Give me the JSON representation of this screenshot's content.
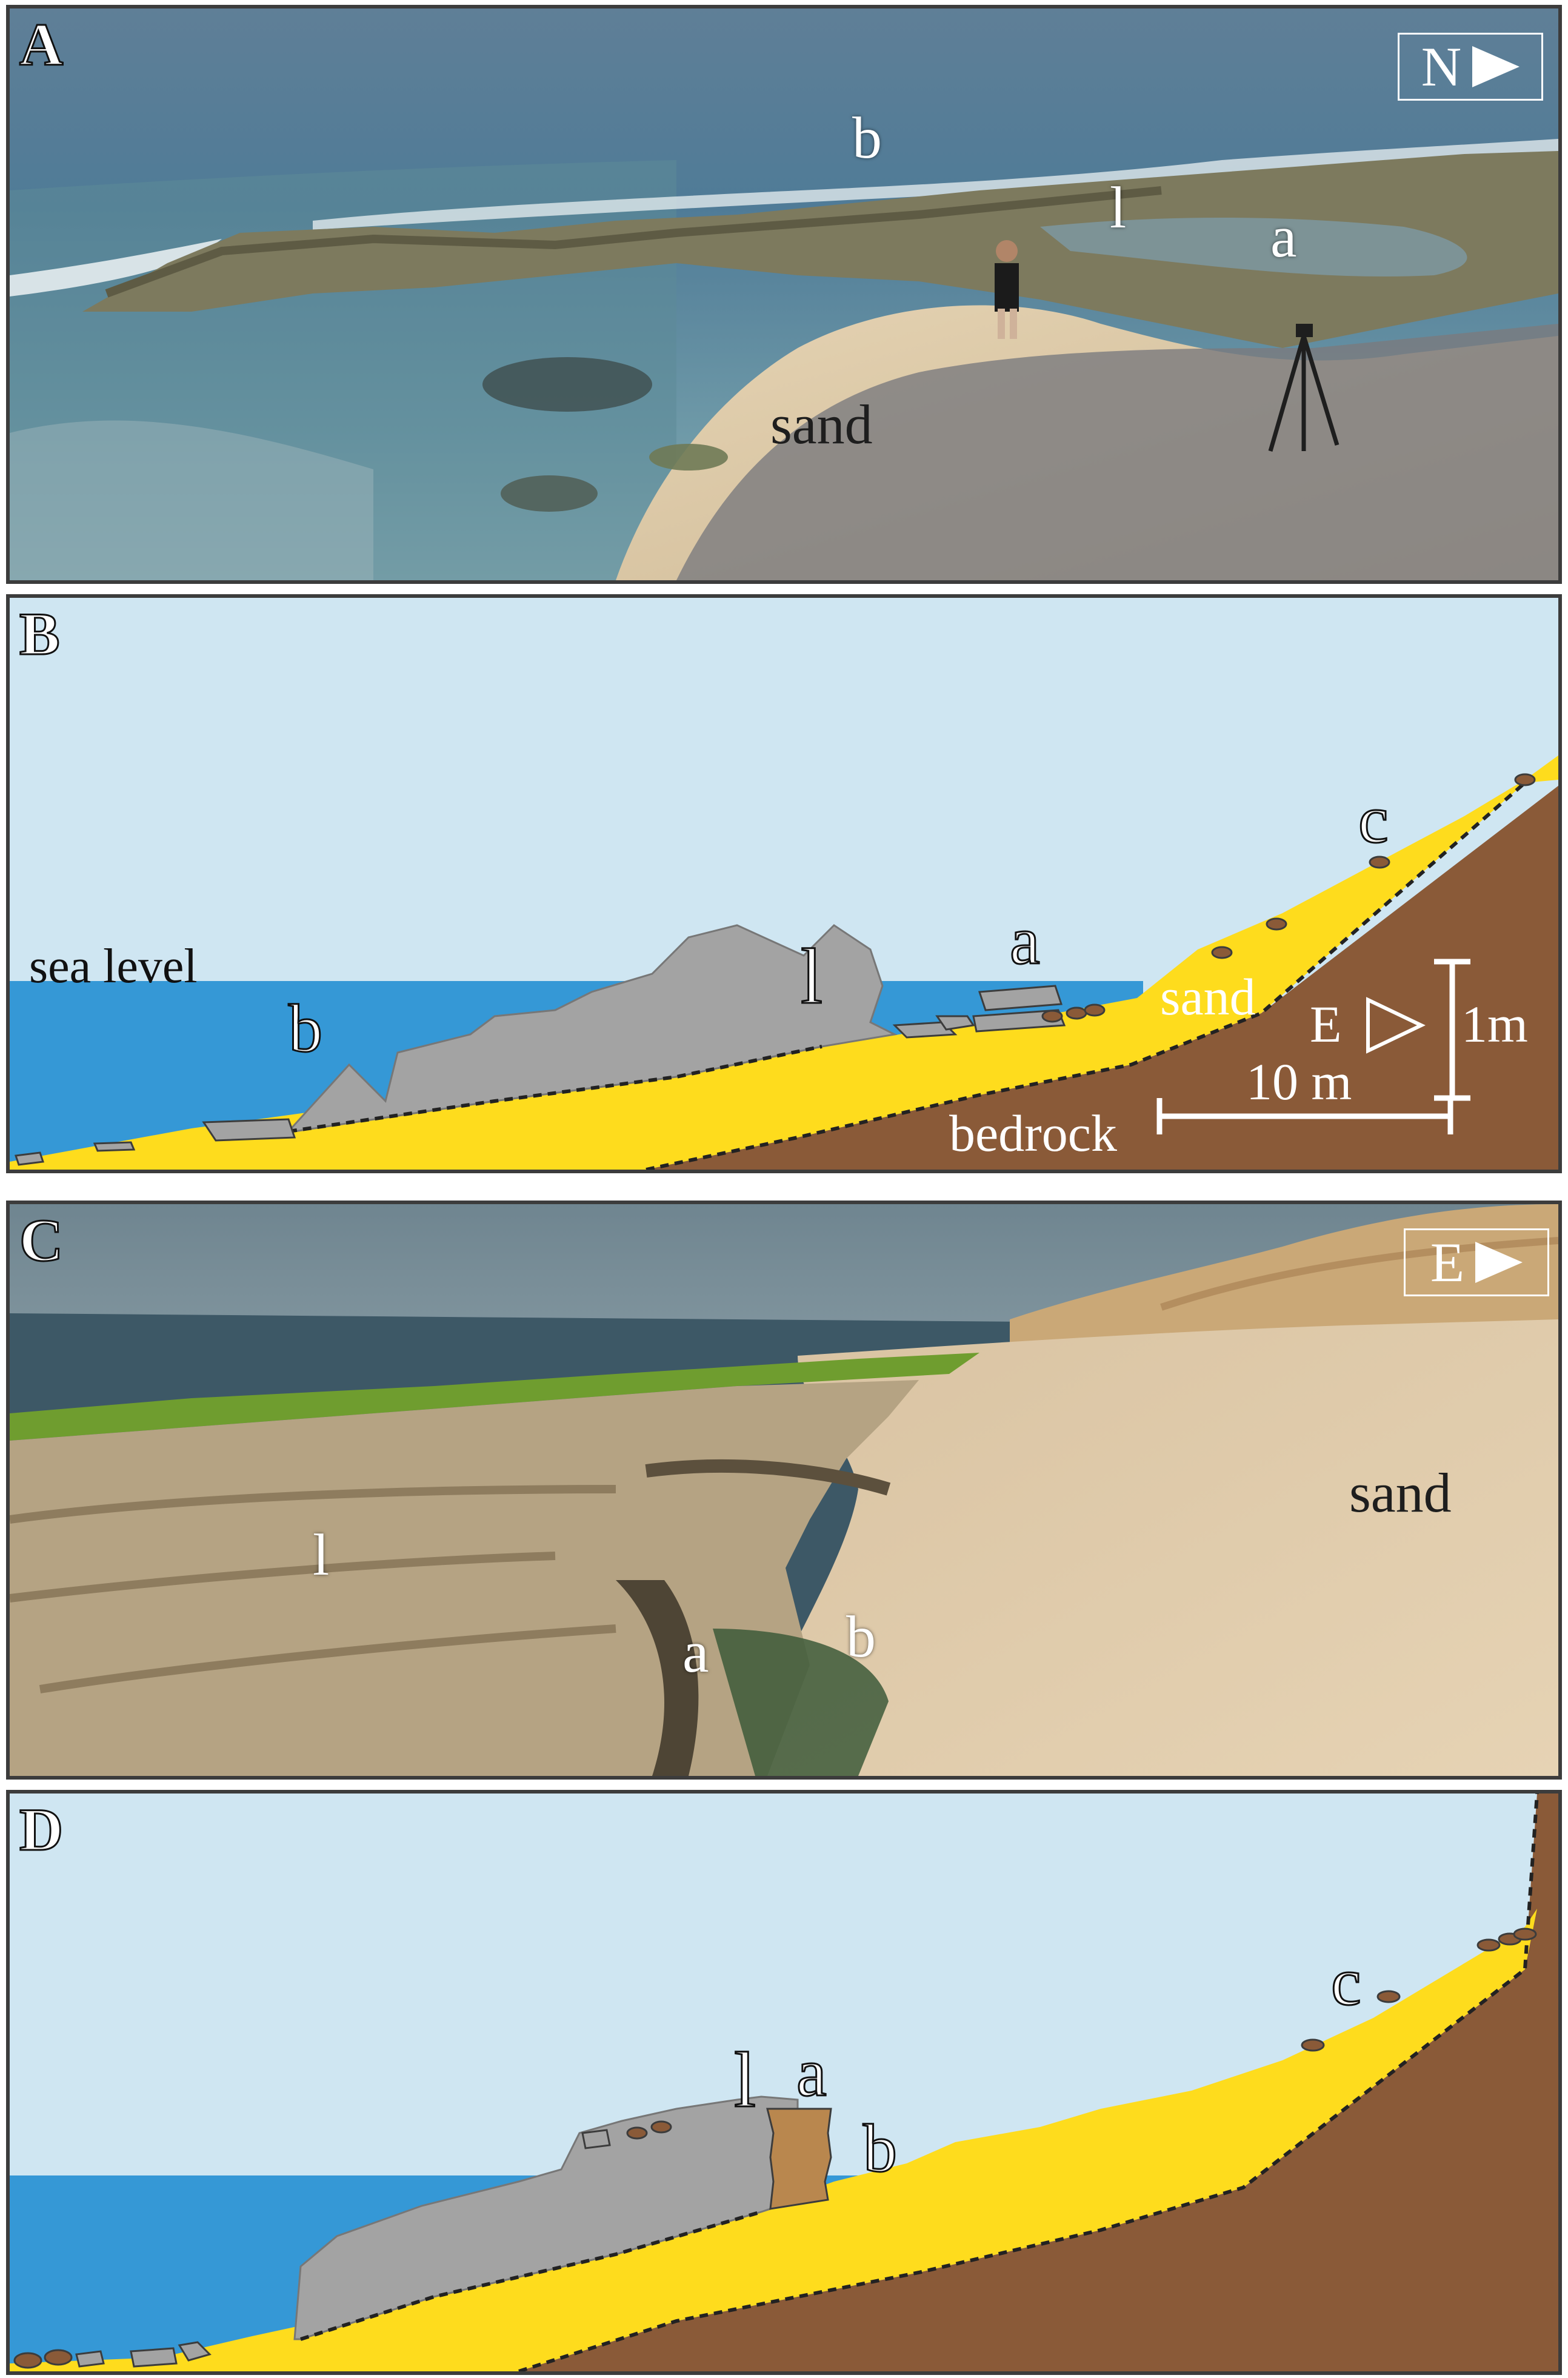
{
  "figure": {
    "panel_a": {
      "letter": "A",
      "orientation": {
        "letter": "N",
        "icon": "right-arrow-icon"
      },
      "labels": {
        "b": "b",
        "l": "l",
        "a": "a",
        "sand": "sand"
      }
    },
    "panel_b": {
      "letter": "B",
      "labels": {
        "sea_level": "sea level",
        "b": "b",
        "l": "l",
        "a": "a",
        "c": "c",
        "sand": "sand",
        "bedrock": "bedrock"
      },
      "orientation": {
        "letter": "E",
        "icon": "outline-right-arrow-icon"
      },
      "vertical_scale": "1m",
      "horizontal_scale": "10 m"
    },
    "panel_c": {
      "letter": "C",
      "orientation": {
        "letter": "E",
        "icon": "right-arrow-icon"
      },
      "labels": {
        "l": "l",
        "a": "a",
        "b": "b",
        "sand": "sand"
      }
    },
    "panel_d": {
      "letter": "D",
      "labels": {
        "l": "l",
        "a": "a",
        "b": "b",
        "c": "c"
      }
    }
  },
  "colors": {
    "sky": "#cfe6f2",
    "sea": "#3598d6",
    "sand": "#fedc1d",
    "bedrock": "#8a5a38",
    "rock": "#a3a3a3",
    "outline": "#3c3c3c"
  }
}
